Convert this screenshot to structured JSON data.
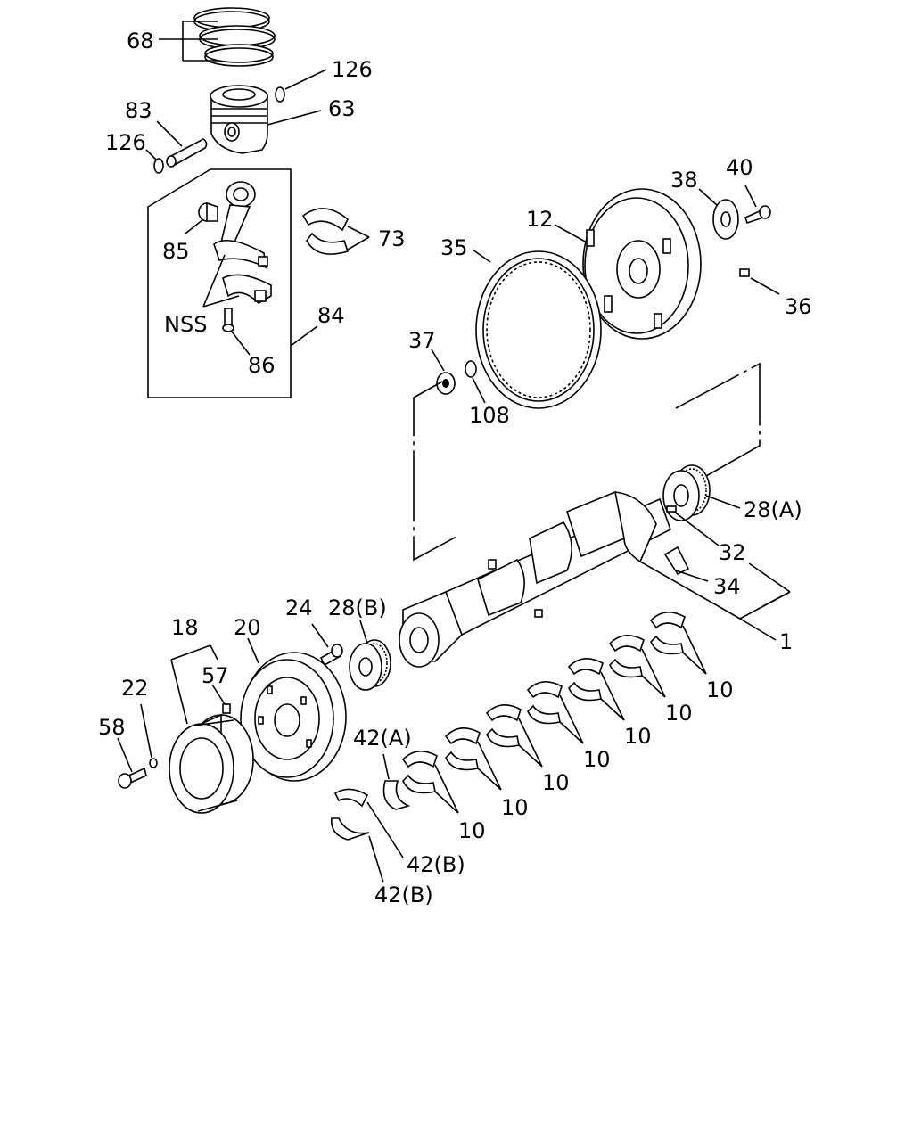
{
  "labels": {
    "l68": "68",
    "l126a": "126",
    "l83": "83",
    "l63": "63",
    "l126b": "126",
    "l85": "85",
    "l73": "73",
    "lnss": "NSS",
    "l84": "84",
    "l86": "86",
    "l12": "12",
    "l38": "38",
    "l40": "40",
    "l35": "35",
    "l36": "36",
    "l37": "37",
    "l108": "108",
    "l28a": "28(A)",
    "l32": "32",
    "l34": "34",
    "l1": "1",
    "l18": "18",
    "l20": "20",
    "l24": "24",
    "l28b": "28(B)",
    "l57": "57",
    "l22": "22",
    "l58": "58",
    "l42a": "42(A)",
    "l42b1": "42(B)",
    "l42b2": "42(B)",
    "l10_1": "10",
    "l10_2": "10",
    "l10_3": "10",
    "l10_4": "10",
    "l10_5": "10",
    "l10_6": "10",
    "l10_7": "10"
  }
}
